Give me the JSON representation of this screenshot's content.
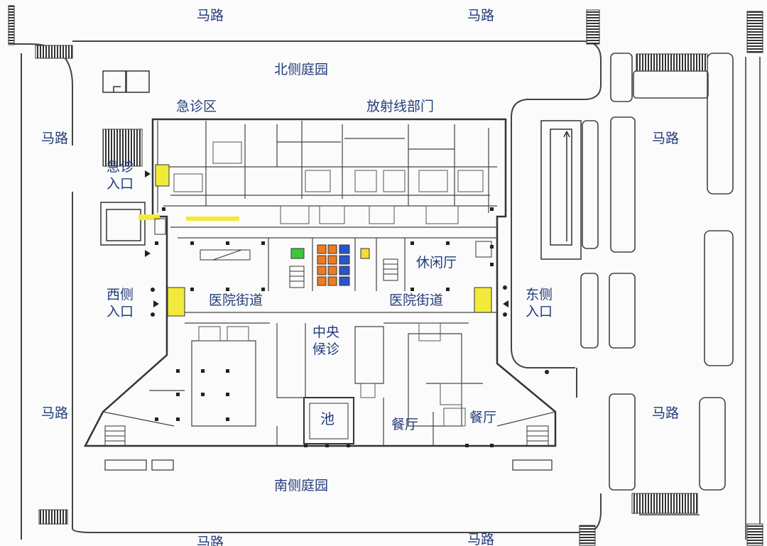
{
  "labels": {
    "road": "马路",
    "north_garden": "北侧庭园",
    "south_garden": "南侧庭园",
    "emergency_zone": "急诊区",
    "radiology": "放射线部门",
    "emergency_entrance_l1": "急诊",
    "emergency_entrance_l2": "入口",
    "west_entrance_l1": "西侧",
    "west_entrance_l2": "入口",
    "east_entrance_l1": "东侧",
    "east_entrance_l2": "入口",
    "hospital_street": "医院街道",
    "central_waiting_l1": "中央",
    "central_waiting_l2": "候诊",
    "pool": "池",
    "lounge": "休闲厅",
    "restaurant": "餐厅"
  },
  "colors": {
    "label_text": "#223c7a",
    "line": "#333333",
    "highlight_yellow": "#f2ea3a",
    "elevator_blue": "#2a55c8",
    "elevator_orange": "#f07a1e",
    "elevator_green": "#3cc83c",
    "elevator_yellow": "#f2dc3a"
  },
  "icons": [
    "entrance-arrow-icon",
    "stair-icon",
    "elevator-icon",
    "crosswalk-icon"
  ]
}
